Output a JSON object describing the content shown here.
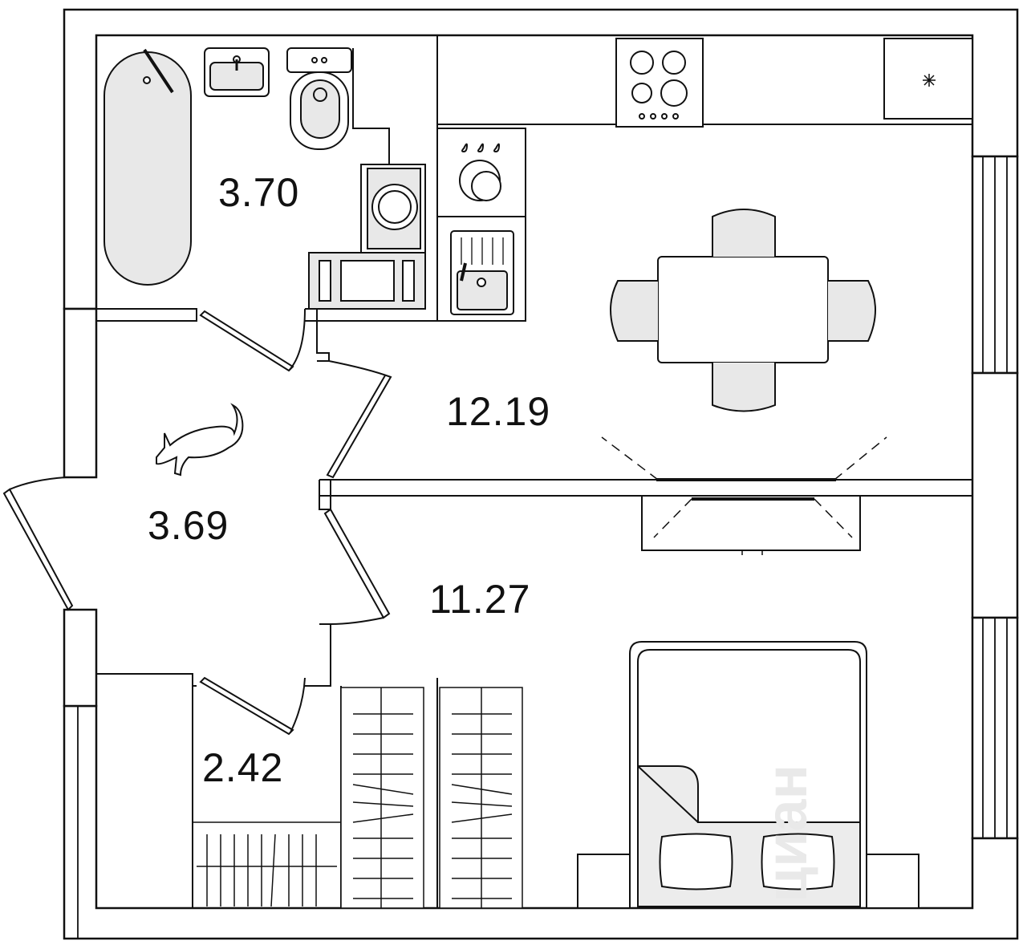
{
  "plan": {
    "rooms": [
      {
        "id": "bathroom",
        "area": "3.70"
      },
      {
        "id": "kitchen-living",
        "area": "12.19"
      },
      {
        "id": "hallway",
        "area": "3.69"
      },
      {
        "id": "bedroom",
        "area": "11.27"
      },
      {
        "id": "storage",
        "area": "2.42"
      }
    ],
    "watermark": "циан"
  }
}
